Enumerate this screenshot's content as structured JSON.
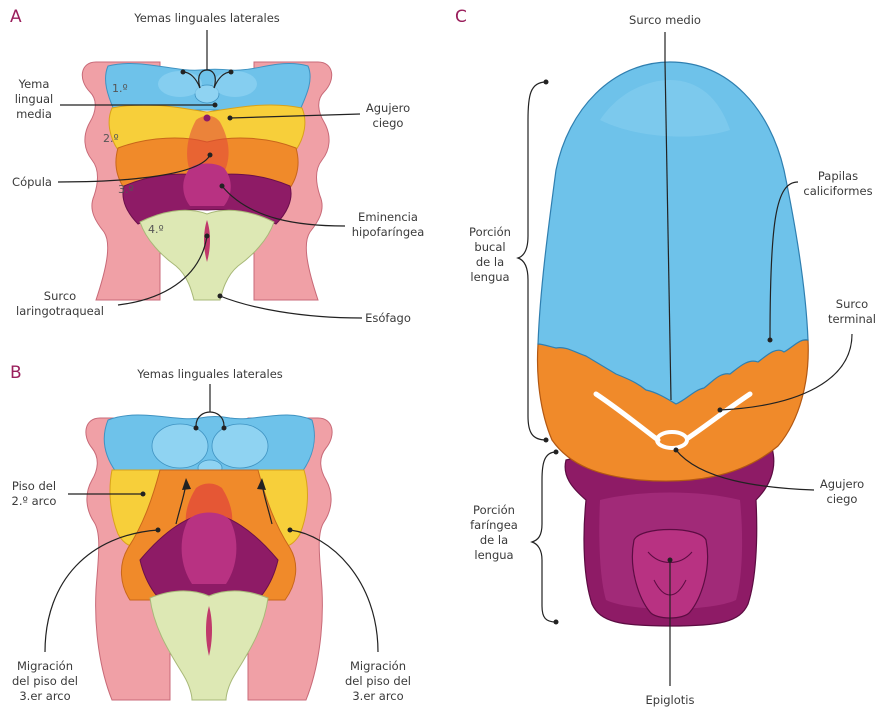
{
  "panels": {
    "a": "A",
    "b": "B",
    "c": "C"
  },
  "colors": {
    "pink": "#f0a0a6",
    "blue": "#6ec2ea",
    "yellow": "#f7cf3a",
    "orange": "#f08a2a",
    "purple": "#8e1b66",
    "magenta": "#b83282",
    "green": "#dde8b4",
    "red": "#e2463a"
  },
  "panel_a": {
    "title": "Yemas linguales laterales",
    "yema_media": [
      "Yema",
      "lingual",
      "media"
    ],
    "agujero": [
      "Agujero",
      "ciego"
    ],
    "copula": "Cópula",
    "eminencia": [
      "Eminencia",
      "hipofaríngea"
    ],
    "surco": [
      "Surco",
      "laringotraqueal"
    ],
    "esofago": "Esófago",
    "arches": [
      "1.º",
      "2.º",
      "3.º",
      "4.º"
    ]
  },
  "panel_b": {
    "title": "Yemas linguales laterales",
    "piso": [
      "Piso del",
      "2.º arco"
    ],
    "migr_left": [
      "Migración",
      "del piso del",
      "3.er arco"
    ],
    "migr_right": [
      "Migración",
      "del piso del",
      "3.er arco"
    ]
  },
  "panel_c": {
    "surco_medio": "Surco medio",
    "papilas": [
      "Papilas",
      "caliciformes"
    ],
    "bucal": [
      "Porción",
      "bucal",
      "de la",
      "lengua"
    ],
    "surco_terminal": [
      "Surco",
      "terminal"
    ],
    "agujero": [
      "Agujero",
      "ciego"
    ],
    "faringea": [
      "Porción",
      "faríngea",
      "de la",
      "lengua"
    ],
    "epiglotis": "Epiglotis"
  }
}
